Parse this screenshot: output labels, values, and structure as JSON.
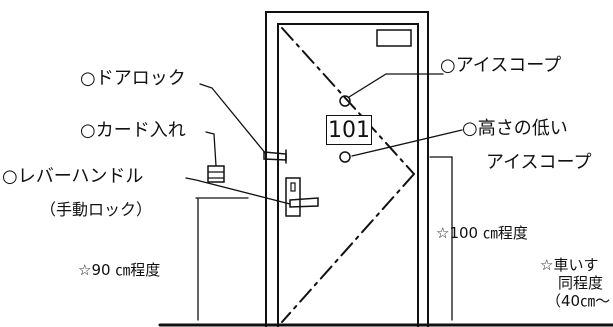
{
  "room_number": "101",
  "labels": {
    "door_lock": "○ドアロック",
    "peephole": "○アイスコープ",
    "card_slot": "○カード入れ",
    "low_peephole_line1": "○高さの低い",
    "low_peephole_line2": "アイスコープ",
    "lever_handle": "○レバーハンドル",
    "manual_lock": "（手動ロック）",
    "height_100": "☆100 ㎝程度",
    "height_90": "☆90 ㎝程度",
    "wheelchair_line1": "☆車いす",
    "wheelchair_line2": "同程度",
    "wheelchair_line3": "（40㎝～"
  },
  "colors": {
    "ink": "#111111",
    "background": "#ffffff"
  }
}
